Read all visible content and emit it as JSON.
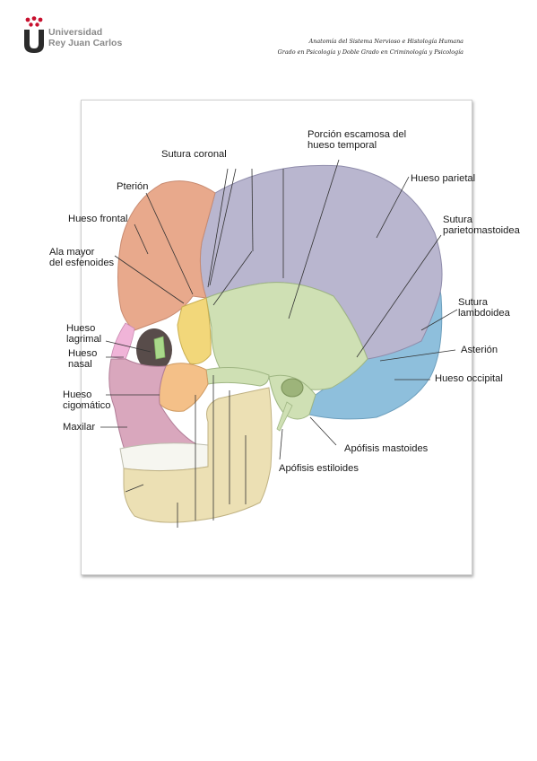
{
  "header": {
    "institution_line1": "Universidad",
    "institution_line2": "Rey Juan Carlos",
    "course_line1": "Anatomía del Sistema Nervioso e Histología Humana",
    "course_line2": "Grado en Psicología y Doble Grado en Criminología y Psicología"
  },
  "figure": {
    "labels": {
      "sutura_coronal": "Sutura coronal",
      "porcion_escamosa": "Porción escamosa del\nhueso temporal",
      "hueso_parietal": "Hueso parietal",
      "pterion": "Pterión",
      "hueso_frontal": "Hueso frontal",
      "sutura_parietomastoidea": "Sutura\nparietomastoidea",
      "ala_mayor": "Ala mayor\ndel esfenoides",
      "sutura_lambdoidea": "Sutura\nlambdoidea",
      "hueso_lagrimal": "Hueso\nlagrimal",
      "asterion": "Asterión",
      "hueso_nasal": "Hueso\nnasal",
      "hueso_occipital": "Hueso occipital",
      "hueso_cigomatico": "Hueso\ncigomático",
      "maxilar": "Maxilar",
      "apofisis_mastoides": "Apófisis mastoides",
      "apofisis_estiloides": "Apófisis estiloides"
    },
    "colors": {
      "frontal": "#e8a98c",
      "parietal": "#b9b6cf",
      "temporal": "#cfe0b4",
      "occipital": "#8ebfdc",
      "sphenoid": "#f2d77a",
      "zygomatic": "#f4c088",
      "maxilla": "#d9a7bd",
      "mandible": "#ece0b4",
      "nasal": "#f0b4d8",
      "lacrimal": "#a9d88a",
      "teeth": "#f6f6f0"
    }
  }
}
